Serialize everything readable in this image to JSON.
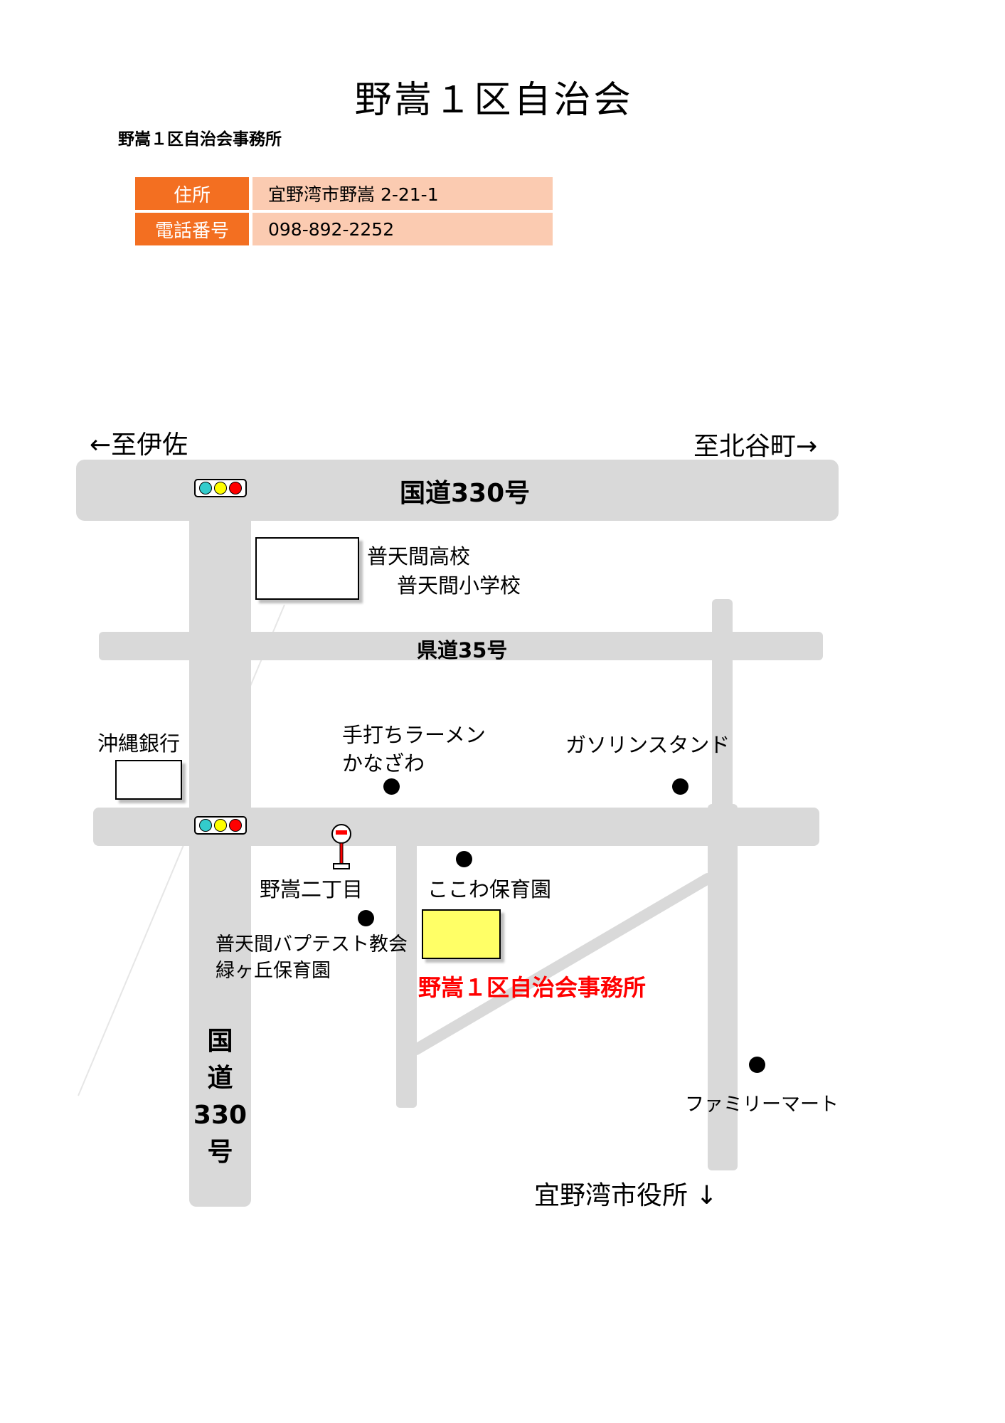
{
  "title": "野嵩１区自治会",
  "subtitle": "野嵩１区自治会事務所",
  "info": [
    {
      "label": "住所",
      "value": "宜野湾市野嵩 2-21-1"
    },
    {
      "label": "電話番号",
      "value": "098-892-2252"
    }
  ],
  "map": {
    "dir_left": "←至伊佐",
    "dir_right": "至北谷町→",
    "route330_h": "国道330号",
    "route330_v": [
      "国",
      "道",
      "330",
      "号"
    ],
    "pref_road": "県道35号",
    "high_school": "普天間高校",
    "elem_school": "普天間小学校",
    "bank": "沖縄銀行",
    "ramen_1": "手打ちラーメン",
    "ramen_2": "かなざわ",
    "gas_station": "ガソリンスタンド",
    "bus_stop": "野嵩二丁目",
    "nursery": "ここわ保育園",
    "church_1": "普天間バプテスト教会",
    "church_2": "緑ヶ丘保育園",
    "office": "野嵩１区自治会事務所",
    "family_mart": "ファミリーマート",
    "city_hall": "宜野湾市役所 ↓",
    "colors": {
      "road": "#d9d9d9",
      "office_box": "#ffff66",
      "office_text": "#ff0000",
      "label_bg": "#f36f21",
      "value_bg": "#fbcbb1"
    }
  }
}
